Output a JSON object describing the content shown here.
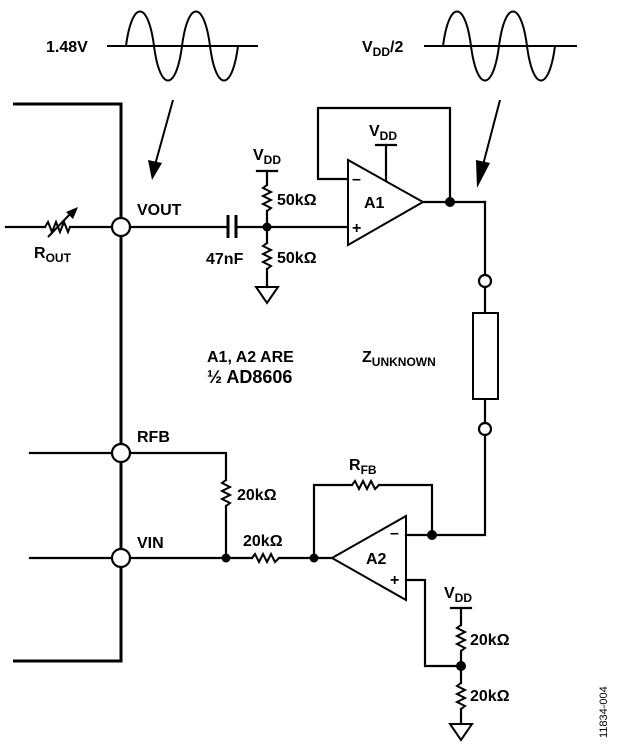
{
  "diagram": {
    "waveforms": [
      {
        "label": "1.48V"
      },
      {
        "label_main": "V",
        "label_sub": "DD",
        "label_suffix": "/2"
      }
    ],
    "nodes": {
      "vout": "VOUT",
      "rfb": "RFB",
      "vin": "VIN"
    },
    "rout": {
      "main": "R",
      "sub": "OUT"
    },
    "capacitor": "47nF",
    "divider1": {
      "vdd_main": "V",
      "vdd_sub": "DD",
      "r_top": "50kΩ",
      "r_bottom": "50kΩ"
    },
    "a1": {
      "name": "A1",
      "minus": "–",
      "plus": "+",
      "vdd_main": "V",
      "vdd_sub": "DD"
    },
    "a2": {
      "name": "A2",
      "minus": "–",
      "plus": "+"
    },
    "note": {
      "line1": "A1, A2 ARE",
      "line2": "½ AD8606"
    },
    "zunknown": {
      "main": "Z",
      "sub": "UNKNOWN"
    },
    "rfb_shunt": "20kΩ",
    "r_series": "20kΩ",
    "rfb_feedback": {
      "main": "R",
      "sub": "FB"
    },
    "divider2": {
      "vdd_main": "V",
      "vdd_sub": "DD",
      "r_top": "20kΩ",
      "r_bottom": "20kΩ"
    },
    "figure_id": "11834-004"
  }
}
